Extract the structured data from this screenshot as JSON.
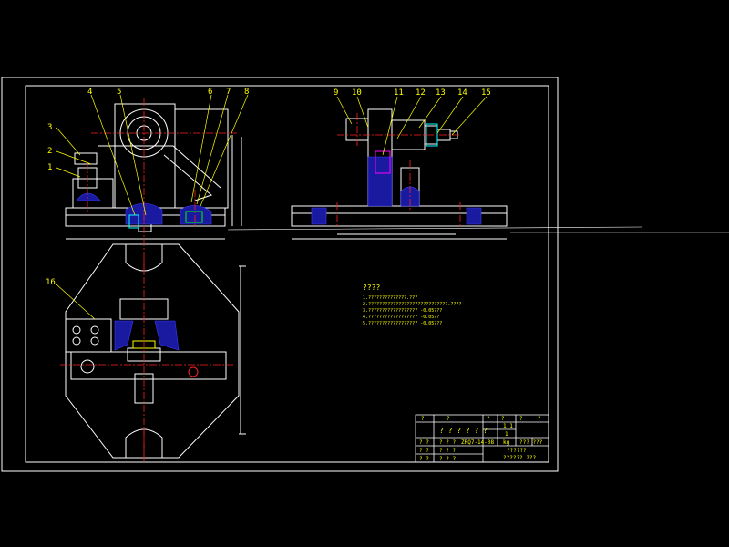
{
  "colors": {
    "background": "#000000",
    "border": "#ffffff",
    "outline": "#ffffff",
    "centerline": "#ff2020",
    "leader": "#ffff00",
    "hatch": "#2a2aff",
    "part_cyan": "#00ffff",
    "part_green": "#00ff00",
    "part_magenta": "#ff00ff",
    "text": "#ffff00"
  },
  "balloons": [
    "1",
    "2",
    "3",
    "4",
    "5",
    "6",
    "7",
    "8",
    "9",
    "10",
    "11",
    "12",
    "13",
    "14",
    "15",
    "16"
  ],
  "tech_notes": {
    "title": "????",
    "lines": [
      "1.??????????????.???",
      "2.?????????????????????????????.????",
      "3.?????????????????? -0.05???",
      "4.?????????????????? -0.05??",
      "5.?????????????????? -0.05???"
    ]
  },
  "title_block": {
    "r1": [
      "?",
      "?",
      "?",
      "?",
      "?",
      "?"
    ],
    "name": "? ? ? ? ? ?",
    "scale": "1:1",
    "qty": "1",
    "code": "ZRQ7-14-08",
    "mass_unit": "kg",
    "sheet": "??? ???",
    "org": "??????",
    "school": "??????  ???",
    "sign_a": "? ?",
    "sign_b": "? ? ?",
    "sign_c": "? ?"
  }
}
